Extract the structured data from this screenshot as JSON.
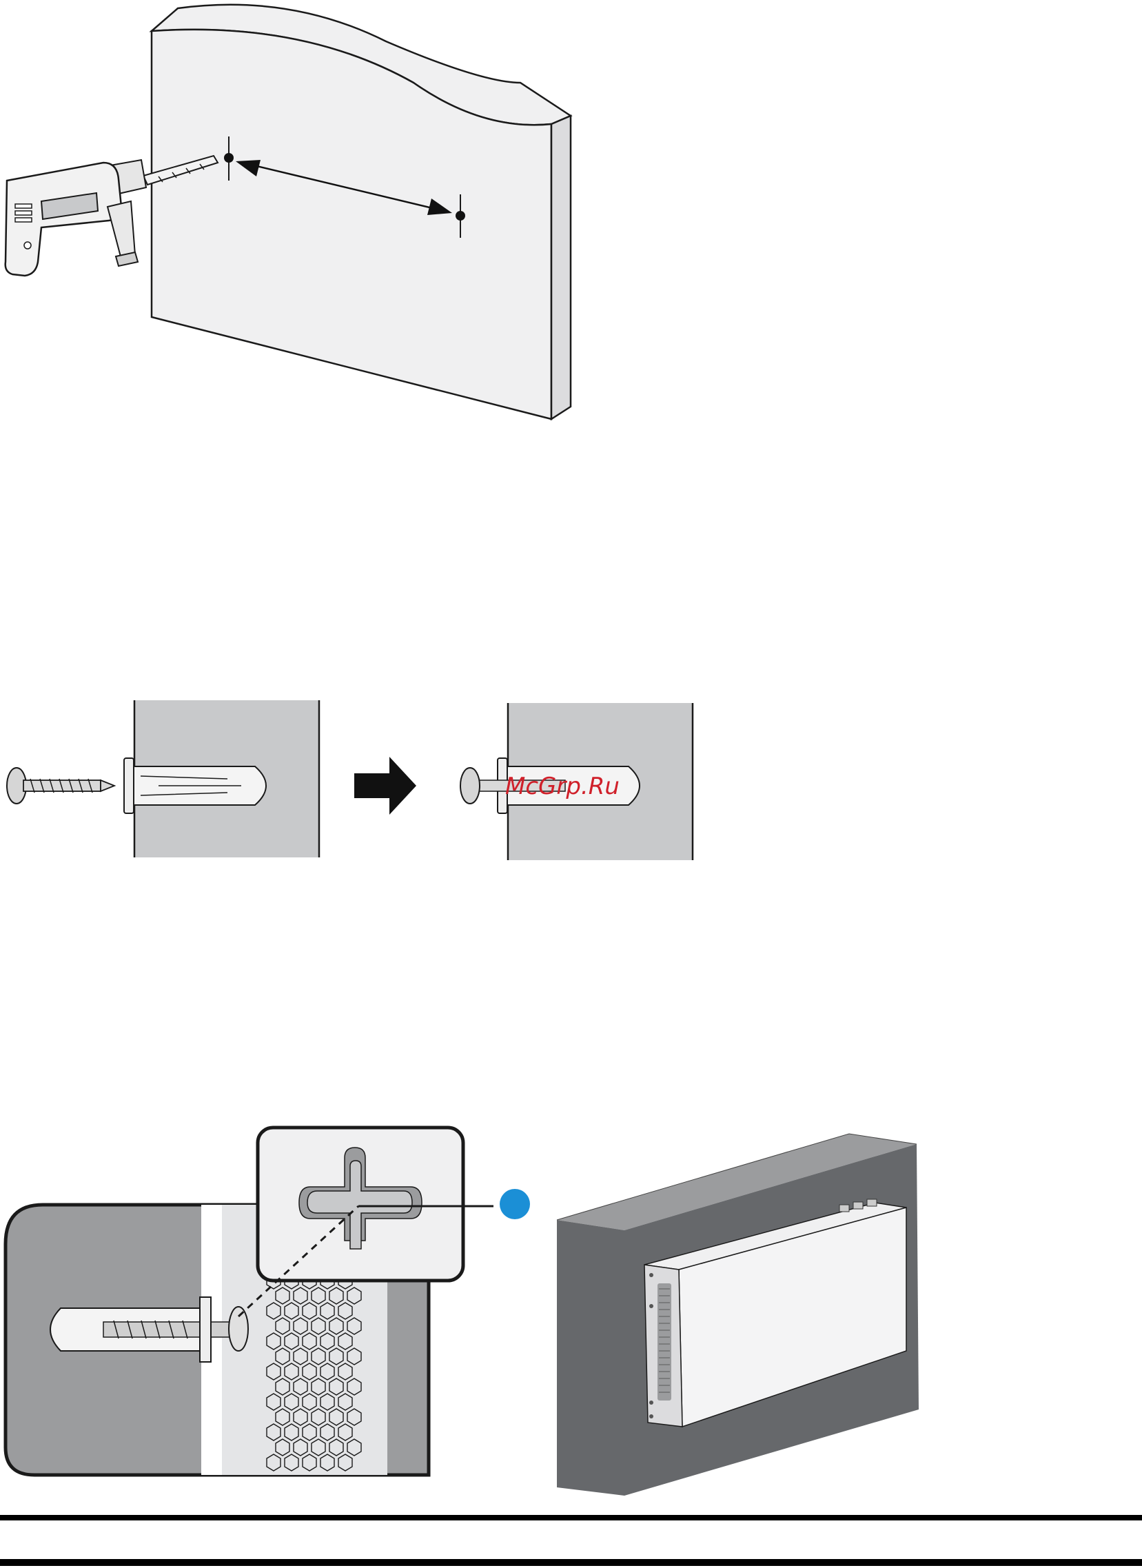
{
  "watermark": {
    "text": "McGrp.Ru",
    "color": "#d0202a"
  },
  "callout": {
    "label": "",
    "color": "#1b8fd6"
  },
  "colors": {
    "wall": "#f0f0f1",
    "wall_edge": "#dcdcde",
    "panel_gray": "#c8c9cb",
    "dark_wall": "#66686b",
    "mid_gray": "#9b9c9e",
    "light_panel": "#e4e5e7",
    "ink": "#1a1a1a",
    "arrow": "#111111"
  },
  "steps": [
    {
      "name": "drill-holes",
      "icon": "drill-icon"
    },
    {
      "name": "insert-anchors",
      "icon": "screw-anchor-icon"
    },
    {
      "name": "hang-device",
      "icon": "keyhole-icon"
    }
  ]
}
